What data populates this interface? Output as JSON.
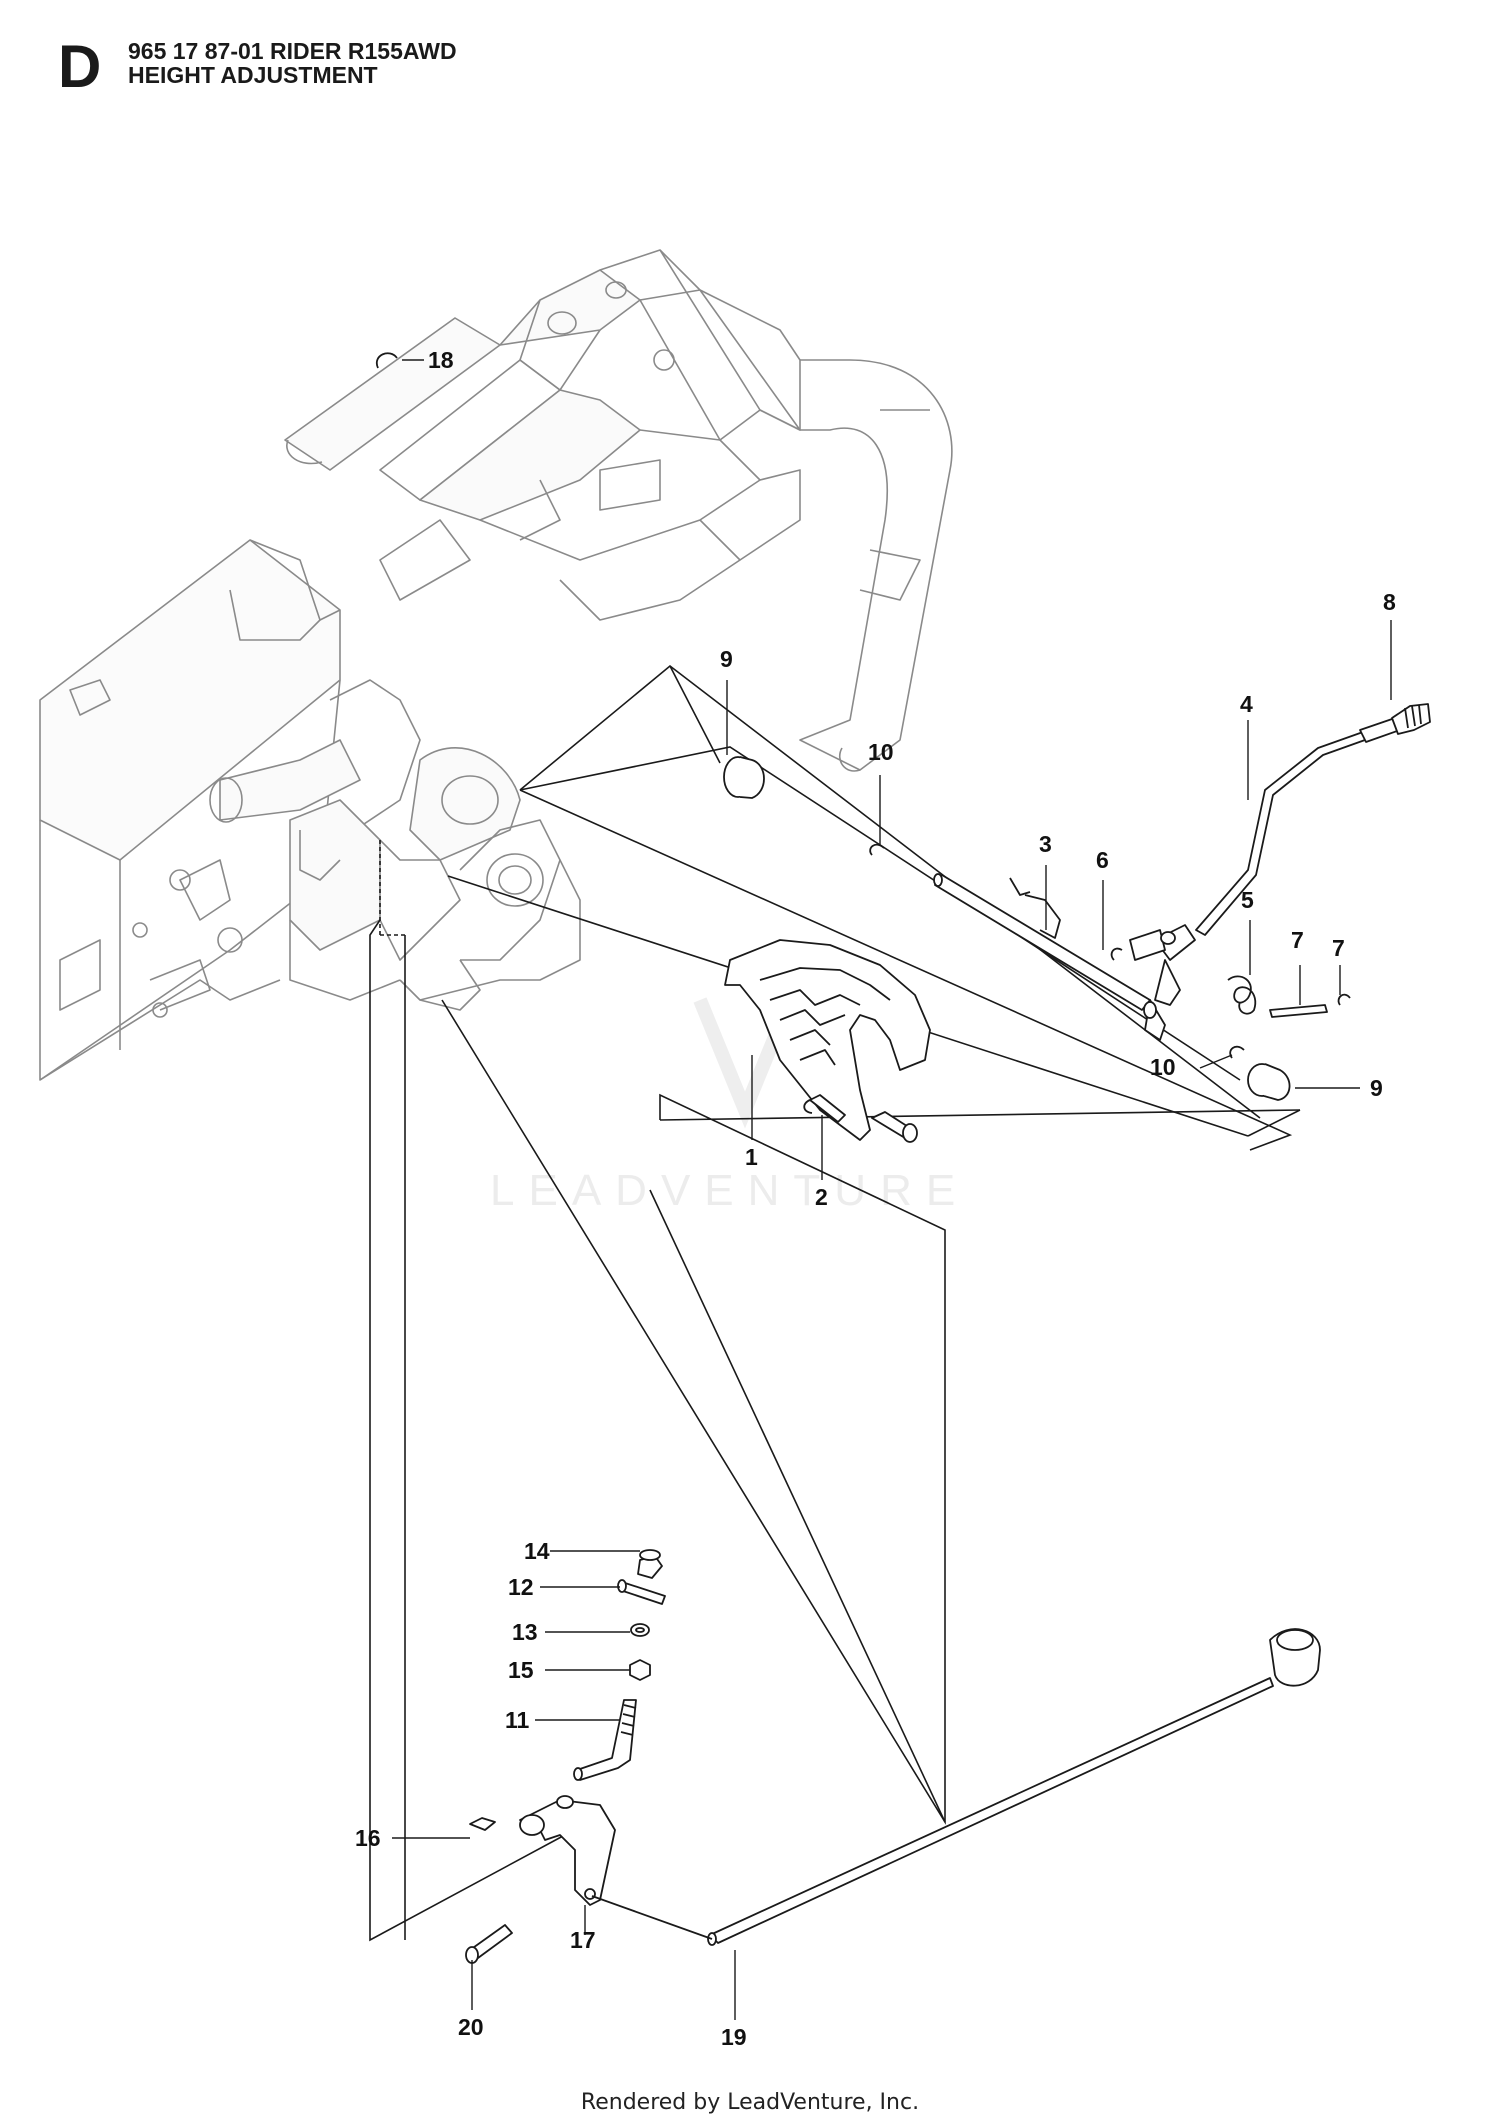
{
  "header": {
    "section_letter": "D",
    "model_line": "965 17 87-01 RIDER R155AWD",
    "assembly_name": "HEIGHT ADJUSTMENT"
  },
  "watermark": "LEADVENTURE",
  "callouts": [
    "1",
    "2",
    "3",
    "4",
    "5",
    "6",
    "7",
    "7",
    "8",
    "9",
    "9",
    "10",
    "10",
    "11",
    "12",
    "13",
    "14",
    "15",
    "16",
    "17",
    "18",
    "19",
    "20"
  ],
  "footer": "Rendered by LeadVenture, Inc."
}
